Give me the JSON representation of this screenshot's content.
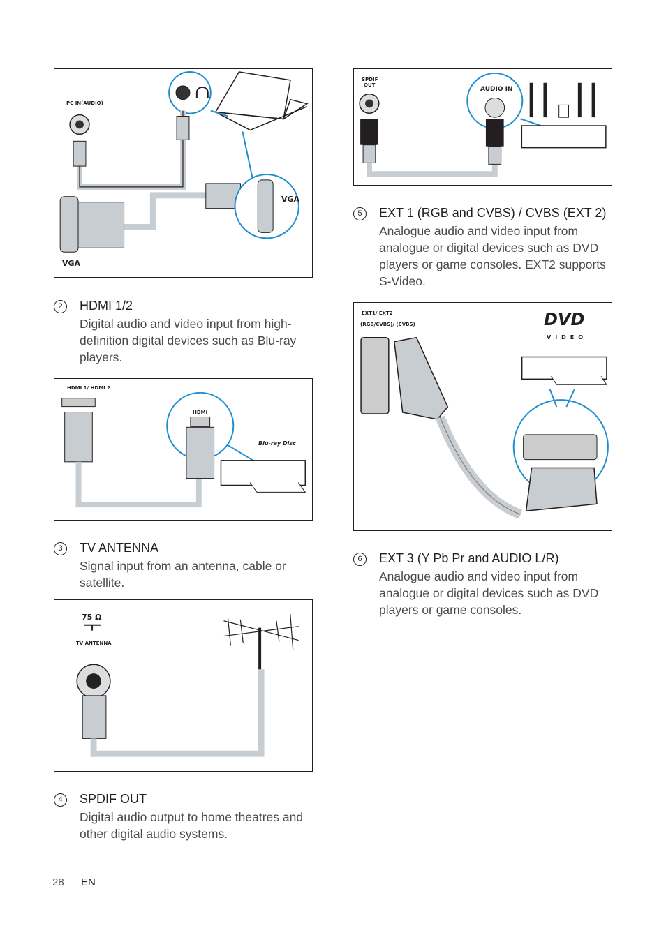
{
  "sections": {
    "hdmi": {
      "number": "2",
      "title": "HDMI 1/2",
      "desc": "Digital audio and video input from high-definition digital devices such as Blu-ray players."
    },
    "antenna": {
      "number": "3",
      "title": "TV ANTENNA",
      "desc": "Signal input from an antenna, cable or satellite."
    },
    "spdif": {
      "number": "4",
      "title": "SPDIF OUT",
      "desc": "Digital audio output to home theatres and other digital audio systems."
    },
    "ext12": {
      "number": "5",
      "title": "EXT 1 (RGB and CVBS) / CVBS (EXT 2)",
      "desc": "Analogue audio and video input from analogue or digital devices such as DVD players or game consoles. EXT2 supports S-Video."
    },
    "ext3": {
      "number": "6",
      "title": "EXT 3 (Y Pb Pr and AUDIO L/R)",
      "desc": "Analogue audio and video input from analogue or digital devices such as DVD players or game consoles."
    }
  },
  "figures": {
    "pc": {
      "pc_in_label": "PC IN(AUDIO)",
      "vga_label_left": "VGA",
      "vga_label_right": "VGA"
    },
    "hdmi": {
      "port_label": "HDMI 1/ HDMI 2",
      "zoom_label": "HDMI",
      "bluray_logo": "Blu-ray Disc"
    },
    "antenna": {
      "ohm_label": "75 Ω",
      "port_label": "TV ANTENNA"
    },
    "spdif": {
      "port_label_line1": "SPDIF",
      "port_label_line2": "OUT",
      "audio_in_label": "AUDIO IN"
    },
    "ext": {
      "port_label_line1": "EXT1/ EXT2",
      "port_label_line2": "(RGB/CVBS)/ (CVBS)",
      "dvd_logo": "DVD",
      "video_logo": "VIDEO"
    }
  },
  "footer": {
    "page_number": "28",
    "language": "EN"
  },
  "colors": {
    "accent_blue": "#1f8ed1",
    "cable_grey": "#c8cdd2",
    "ink": "#231f20"
  }
}
